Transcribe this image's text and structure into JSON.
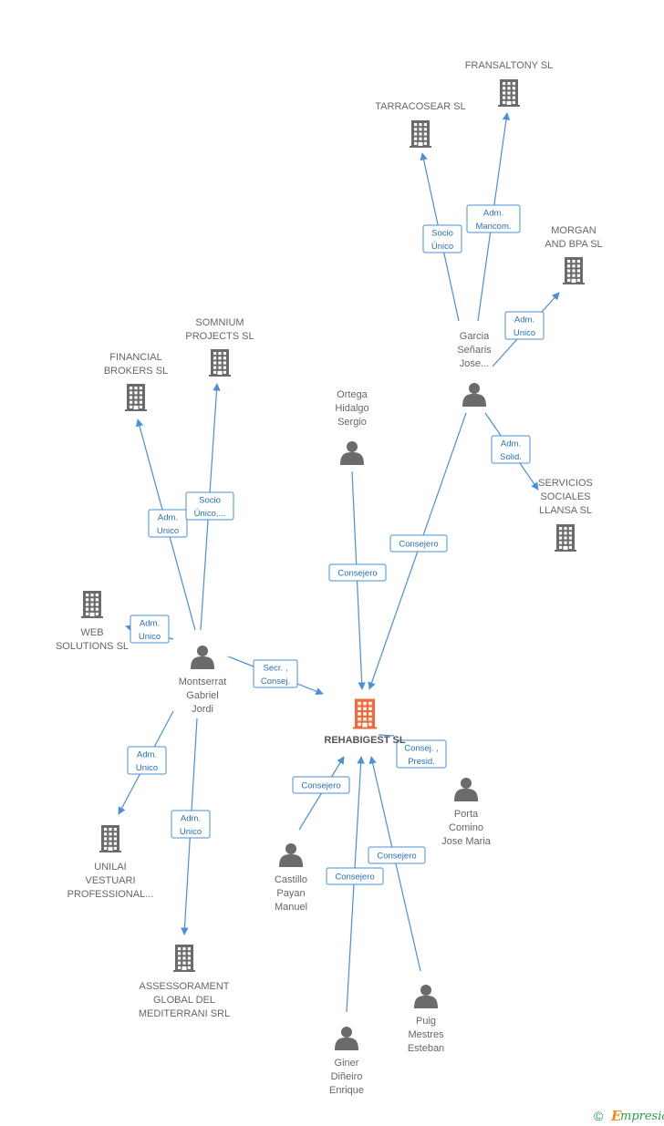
{
  "colors": {
    "edge": "#4a8fd9",
    "company": "#6b6b6b",
    "main_company": "#f26a3a",
    "person": "#6b6b6b",
    "pill_text": "#2a6fbd",
    "brand_green": "#2b9a4a",
    "brand_orange": "#f08a1c"
  },
  "nodes": [
    {
      "id": "rehabigest",
      "kind": "company",
      "main": true,
      "label": [
        "REHABIGEST SL"
      ],
      "icon": "building-icon"
    },
    {
      "id": "fransaltony",
      "kind": "company",
      "label": [
        "FRANSALTONY SL"
      ],
      "icon": "building-icon"
    },
    {
      "id": "tarracosear",
      "kind": "company",
      "label": [
        "TARRACOSEAR SL"
      ],
      "icon": "building-icon"
    },
    {
      "id": "morgan",
      "kind": "company",
      "label": [
        "MORGAN",
        "AND BPA SL"
      ],
      "icon": "building-icon"
    },
    {
      "id": "somnium",
      "kind": "company",
      "label": [
        "SOMNIUM",
        "PROJECTS SL"
      ],
      "icon": "building-icon"
    },
    {
      "id": "financial",
      "kind": "company",
      "label": [
        "FINANCIAL",
        "BROKERS SL"
      ],
      "icon": "building-icon"
    },
    {
      "id": "servicios",
      "kind": "company",
      "label": [
        "SERVICIOS",
        "SOCIALES",
        "LLANSA SL"
      ],
      "icon": "building-icon"
    },
    {
      "id": "web",
      "kind": "company",
      "label": [
        "WEB",
        "SOLUTIONS SL"
      ],
      "icon": "building-icon"
    },
    {
      "id": "unilai",
      "kind": "company",
      "label": [
        "UNILAI",
        "VESTUARI",
        "PROFESSIONAL..."
      ],
      "icon": "building-icon"
    },
    {
      "id": "assessorament",
      "kind": "company",
      "label": [
        "ASSESSORAMENT",
        "GLOBAL DEL",
        "MEDITERRANI SRL"
      ],
      "icon": "building-icon"
    },
    {
      "id": "garcia",
      "kind": "person",
      "label": [
        "Garcia",
        "Señaris",
        "Jose..."
      ],
      "icon": "person-icon"
    },
    {
      "id": "ortega",
      "kind": "person",
      "label": [
        "Ortega",
        "Hidalgo",
        "Sergio"
      ],
      "icon": "person-icon"
    },
    {
      "id": "montserrat",
      "kind": "person",
      "label": [
        "Montserrat",
        "Gabriel",
        "Jordi"
      ],
      "icon": "person-icon"
    },
    {
      "id": "porta",
      "kind": "person",
      "label": [
        "Porta",
        "Comino",
        "Jose Maria"
      ],
      "icon": "person-icon"
    },
    {
      "id": "castillo",
      "kind": "person",
      "label": [
        "Castillo",
        "Payan",
        "Manuel"
      ],
      "icon": "person-icon"
    },
    {
      "id": "puig",
      "kind": "person",
      "label": [
        "Puig",
        "Mestres",
        "Esteban"
      ],
      "icon": "person-icon"
    },
    {
      "id": "giner",
      "kind": "person",
      "label": [
        "Giner",
        "Diñeiro",
        "Enrique"
      ],
      "icon": "person-icon"
    }
  ],
  "edges": [
    {
      "from": "garcia",
      "to": "tarracosear",
      "label": [
        "Socio",
        "Único"
      ]
    },
    {
      "from": "garcia",
      "to": "fransaltony",
      "label": [
        "Adm.",
        "Mancom."
      ]
    },
    {
      "from": "garcia",
      "to": "morgan",
      "label": [
        "Adm.",
        "Unico"
      ]
    },
    {
      "from": "garcia",
      "to": "servicios",
      "label": [
        "Adm.",
        "Solid."
      ]
    },
    {
      "from": "garcia",
      "to": "rehabigest",
      "label": [
        "Consejero"
      ]
    },
    {
      "from": "ortega",
      "to": "rehabigest",
      "label": [
        "Consejero"
      ]
    },
    {
      "from": "montserrat",
      "to": "financial",
      "label": [
        "Adm.",
        "Unico"
      ]
    },
    {
      "from": "montserrat",
      "to": "somnium",
      "label": [
        "Socio",
        "Único,..."
      ]
    },
    {
      "from": "montserrat",
      "to": "web",
      "label": [
        "Adm.",
        "Unico"
      ]
    },
    {
      "from": "montserrat",
      "to": "rehabigest",
      "label": [
        "Secr. ,",
        "Consej."
      ]
    },
    {
      "from": "montserrat",
      "to": "unilai",
      "label": [
        "Adm.",
        "Unico"
      ]
    },
    {
      "from": "montserrat",
      "to": "assessorament",
      "label": [
        "Adm.",
        "Unico"
      ]
    },
    {
      "from": "porta",
      "to": "rehabigest",
      "label": [
        "Consej. ,",
        "Presid."
      ]
    },
    {
      "from": "castillo",
      "to": "rehabigest",
      "label": [
        "Consejero"
      ]
    },
    {
      "from": "giner",
      "to": "rehabigest",
      "label": [
        "Consejero"
      ]
    },
    {
      "from": "puig",
      "to": "rehabigest",
      "label": [
        "Consejero"
      ]
    }
  ],
  "footer": {
    "copyright": "©",
    "brand_initial": "E",
    "brand_rest": "mpresia"
  }
}
